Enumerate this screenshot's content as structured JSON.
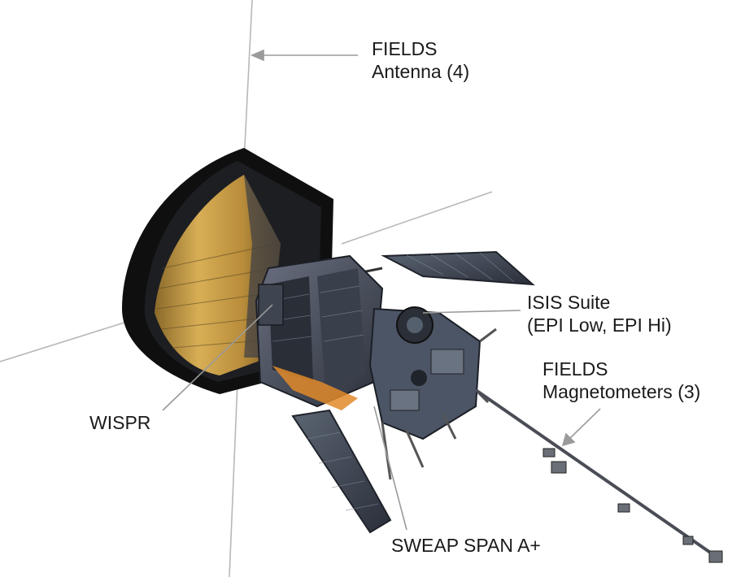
{
  "labels": {
    "fields_antenna": {
      "line1": "FIELDS",
      "line2": "Antenna (4)"
    },
    "isis_suite": {
      "line1": "ISIS Suite",
      "line2": "(EPI Low, EPI Hi)"
    },
    "fields_magnetometers": {
      "line1": "FIELDS",
      "line2": "Magnetometers (3)"
    },
    "wispr": {
      "line1": "WISPR"
    },
    "sweap": {
      "line1": "SWEAP SPAN A+"
    }
  },
  "colors": {
    "heat_shield": "#0f0f10",
    "solar_gold": "#c99a3c",
    "bus_metal": "#4a5060",
    "pointer_line": "#9a9a9a",
    "antenna": "#b8b8b8"
  }
}
